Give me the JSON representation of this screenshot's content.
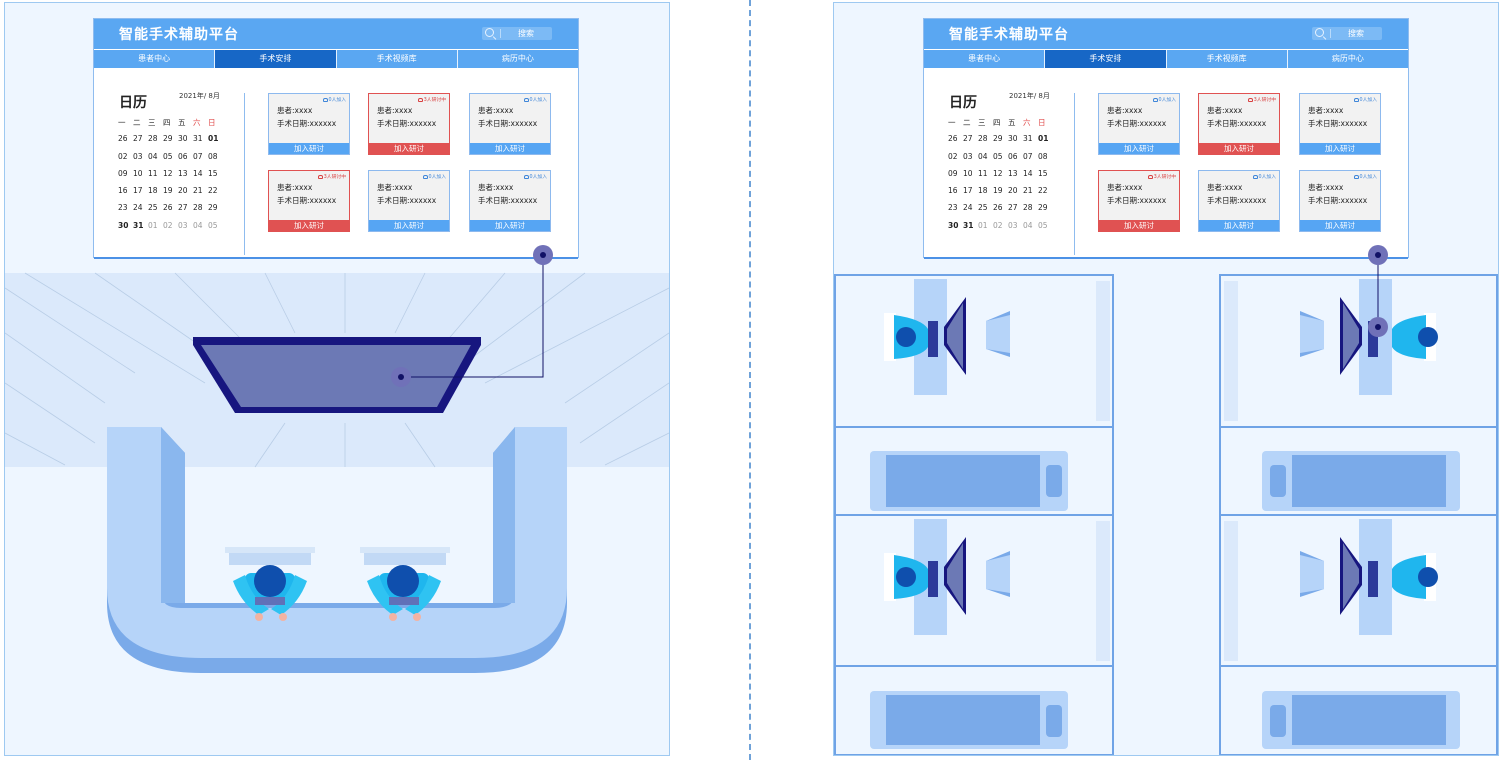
{
  "platform": {
    "title": "智能手术辅助平台",
    "search_label": "搜索",
    "tabs": [
      {
        "label": "患者中心",
        "active": false
      },
      {
        "label": "手术安排",
        "active": true
      },
      {
        "label": "手术视频库",
        "active": false
      },
      {
        "label": "病历中心",
        "active": false
      }
    ],
    "calendar": {
      "title": "日历",
      "month": "2021年/ 8月",
      "weekdays": [
        "一",
        "二",
        "三",
        "四",
        "五",
        "六",
        "日"
      ],
      "rows": [
        [
          "26",
          "27",
          "28",
          "29",
          "30",
          "31",
          "01"
        ],
        [
          "02",
          "03",
          "04",
          "05",
          "06",
          "07",
          "08"
        ],
        [
          "09",
          "10",
          "11",
          "12",
          "13",
          "14",
          "15"
        ],
        [
          "16",
          "17",
          "18",
          "19",
          "20",
          "21",
          "22"
        ],
        [
          "23",
          "24",
          "25",
          "26",
          "27",
          "28",
          "29"
        ],
        [
          "30",
          "31",
          "01",
          "02",
          "03",
          "04",
          "05"
        ]
      ]
    },
    "cards": [
      {
        "patient": "患者:xxxx",
        "date": "手术日期:xxxxxx",
        "badge": "0人加入",
        "button": "加入研讨",
        "hot": false
      },
      {
        "patient": "患者:xxxx",
        "date": "手术日期:xxxxxx",
        "badge": "3人研讨中",
        "button": "加入研讨",
        "hot": true
      },
      {
        "patient": "患者:xxxx",
        "date": "手术日期:xxxxxx",
        "badge": "0人加入",
        "button": "加入研讨",
        "hot": false
      },
      {
        "patient": "患者:xxxx",
        "date": "手术日期:xxxxxx",
        "badge": "3人研讨中",
        "button": "加入研讨",
        "hot": true
      },
      {
        "patient": "患者:xxxx",
        "date": "手术日期:xxxxxx",
        "badge": "0人加入",
        "button": "加入研讨",
        "hot": false
      },
      {
        "patient": "患者:xxxx",
        "date": "手术日期:xxxxxx",
        "badge": "0人加入",
        "button": "加入研讨",
        "hot": false
      }
    ]
  },
  "colors": {
    "brand_blue": "#5aa7f2",
    "active_tab": "#1767c6",
    "alert_red": "#e05252",
    "panel_bg": "#eef6ff",
    "connector": "#111166"
  }
}
